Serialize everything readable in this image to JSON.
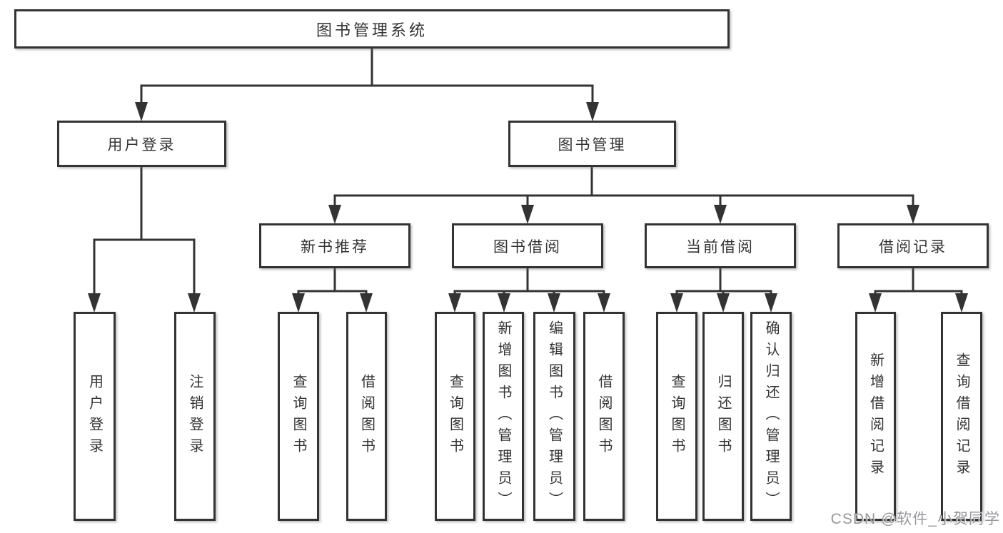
{
  "diagram_title": "图书管理系统",
  "tree": {
    "label": "图书管理系统",
    "children": [
      {
        "label": "用户登录",
        "children": [
          {
            "label": "用户登录"
          },
          {
            "label": "注销登录"
          }
        ]
      },
      {
        "label": "图书管理",
        "children": [
          {
            "label": "新书推荐",
            "children": [
              {
                "label": "查询图书"
              },
              {
                "label": "借阅图书"
              }
            ]
          },
          {
            "label": "图书借阅",
            "children": [
              {
                "label": "查询图书"
              },
              {
                "label": "新增图书（管理员）"
              },
              {
                "label": "编辑图书（管理员）"
              },
              {
                "label": "借阅图书"
              }
            ]
          },
          {
            "label": "当前借阅",
            "children": [
              {
                "label": "查询图书"
              },
              {
                "label": "归还图书"
              },
              {
                "label": "确认归还（管理员）"
              }
            ]
          },
          {
            "label": "借阅记录",
            "children": [
              {
                "label": "新增借阅记录"
              },
              {
                "label": "查询借阅记录"
              }
            ]
          }
        ]
      }
    ]
  },
  "watermark": {
    "text": "CSDN @软件_小贺同学"
  },
  "colors": {
    "line": "#333333",
    "box_border": "#333333",
    "text": "#333333",
    "background": "#ffffff",
    "watermark": "#98989c"
  }
}
